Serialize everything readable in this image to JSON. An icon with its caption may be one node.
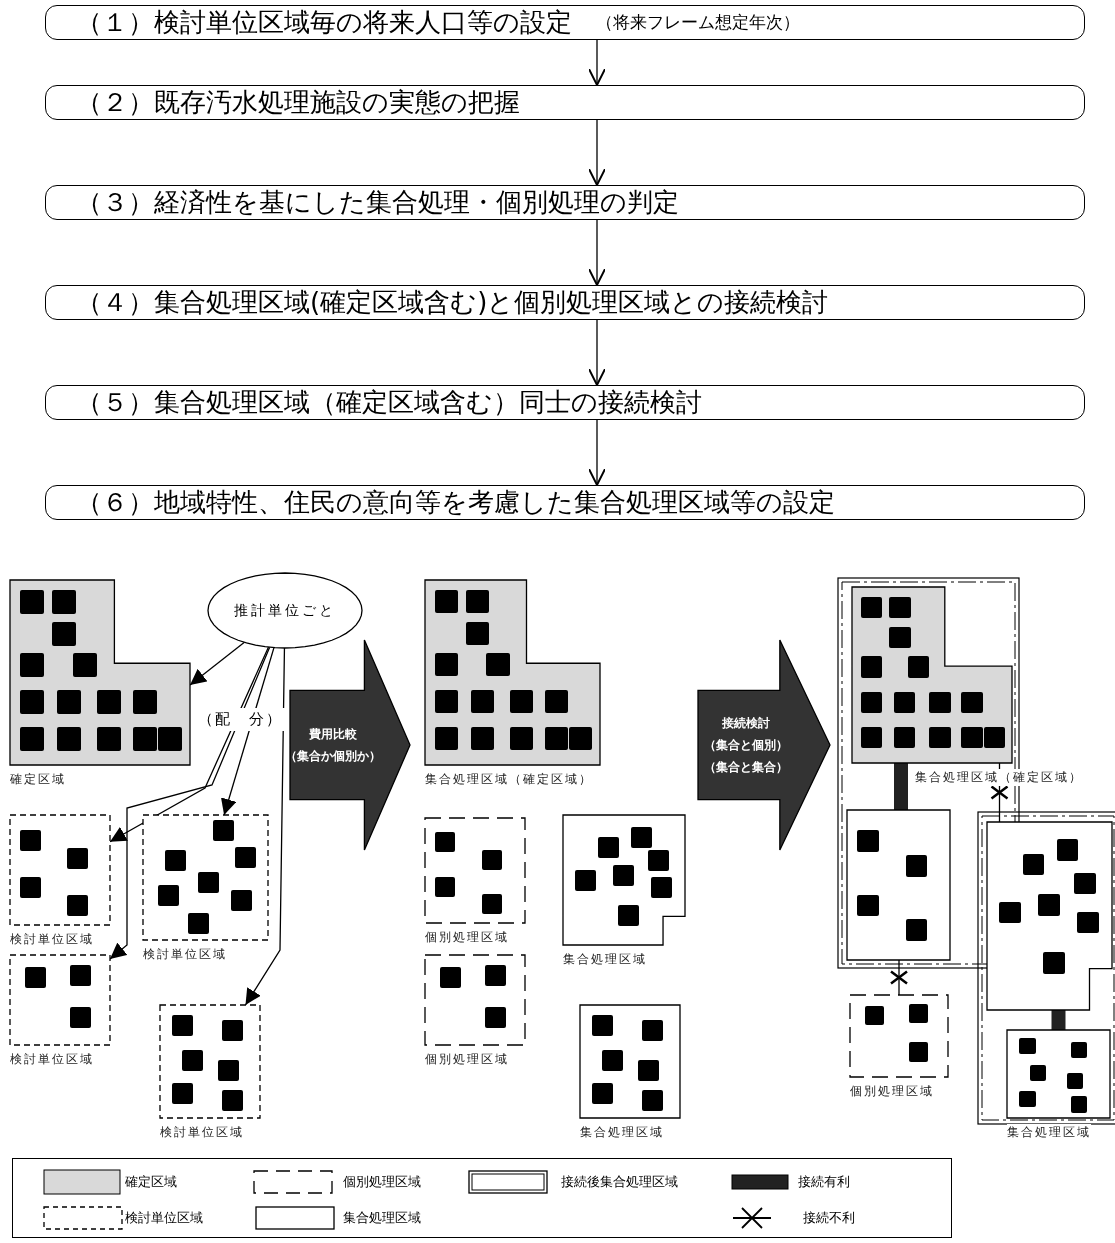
{
  "diagram": {
    "nodes": [
      {
        "text": [
          "（１）検討単位区域毎の将来人口等の設定",
          "（将来フレーム想定年次）"
        ]
      },
      {
        "text": [
          "（２）既存汚水処理施設の実態の把握"
        ]
      },
      {
        "text": [
          "（３）経済性を基にした集合処理・個別処理の判定"
        ]
      },
      {
        "text": [
          "（４）集合処理区域(確定区域含む)と個別処理区域との接続検討"
        ]
      },
      {
        "text": [
          "（５）集合処理区域（確定区域含む）同士の接続検討"
        ]
      },
      {
        "text": [
          "（６）地域特性、住民の意向等を考慮した集合処理区域等の設定"
        ]
      },
      {
        "text": [
          "推計単位ごと"
        ]
      },
      {
        "text": [
          "確定区域"
        ]
      },
      {
        "text": [
          "検討単位区域"
        ]
      },
      {
        "text": [
          "検討単位区域"
        ]
      },
      {
        "text": [
          "検討単位区域"
        ]
      },
      {
        "text": [
          "検討単位区域"
        ]
      },
      {
        "text": [
          "費用比較",
          "（集合か個別か）"
        ]
      },
      {
        "text": [
          "接続検討",
          "（集合と個別）",
          "（集合と集合）"
        ]
      },
      {
        "text": [
          "集合処理区域（確定区域）"
        ]
      },
      {
        "text": [
          "個別処理区域"
        ]
      },
      {
        "text": [
          "集合処理区域"
        ]
      },
      {
        "text": [
          "個別処理区域"
        ]
      },
      {
        "text": [
          "集合処理区域"
        ]
      },
      {
        "text": [
          "集合処理区域（確定区域）"
        ]
      },
      {
        "text": [],
        "shape": "box"
      },
      {
        "text": [
          "個別処理区域"
        ]
      },
      {
        "text": [],
        "shape": "box"
      },
      {
        "text": [
          "集合処理区域"
        ]
      }
    ],
    "edges": [
      {
        "from": 0,
        "to": 1,
        "arrow": "to"
      },
      {
        "from": 1,
        "to": 2,
        "arrow": "to"
      },
      {
        "from": 2,
        "to": 3,
        "arrow": "to"
      },
      {
        "from": 3,
        "to": 4,
        "arrow": "to"
      },
      {
        "from": 4,
        "to": 5,
        "arrow": "to"
      },
      {
        "from": 6,
        "to": 7,
        "arrow": "to"
      },
      {
        "from": 6,
        "to": 8,
        "arrow": "to"
      },
      {
        "from": 6,
        "to": 9,
        "arrow": "to"
      },
      {
        "from": 6,
        "to": 10,
        "arrow": "to"
      },
      {
        "from": 6,
        "to": 11,
        "arrow": "to"
      },
      {
        "from": 19,
        "to": 20,
        "arrow": "none",
        "style": "thick",
        "color": "#222222"
      },
      {
        "from": 20,
        "to": 21,
        "arrow": "none"
      },
      {
        "from": 19,
        "to": 22,
        "arrow": "none"
      },
      {
        "from": 22,
        "to": 23,
        "arrow": "none",
        "style": "thick",
        "color": "#222222"
      }
    ],
    "labels": [
      "（配　分）"
    ],
    "legend": [
      {
        "text": "確定区域",
        "color": "#d9d9d9"
      },
      {
        "text": "個別処理区域"
      },
      {
        "text": "接続後集合処理区域"
      },
      {
        "text": "接続有利",
        "color": "#222222"
      },
      {
        "text": "検討単位区域"
      },
      {
        "text": "集合処理区域"
      },
      {
        "text": "接続不利"
      }
    ]
  }
}
